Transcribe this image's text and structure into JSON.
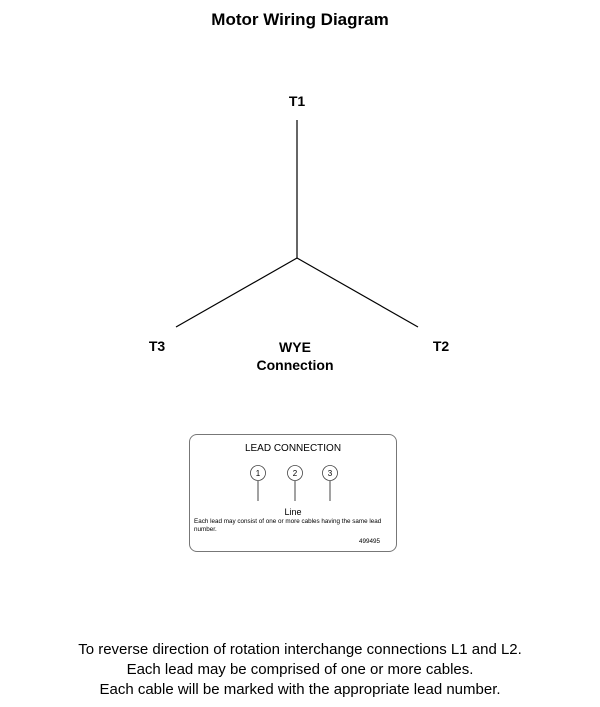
{
  "title": "Motor Wiring Diagram",
  "terminals": {
    "t1": "T1",
    "t2": "T2",
    "t3": "T3"
  },
  "connection": {
    "line1": "WYE",
    "line2": "Connection"
  },
  "lead_label": {
    "title": "LEAD CONNECTION",
    "leads": [
      "1",
      "2",
      "3"
    ],
    "line_label": "Line",
    "note": "Each lead may consist of one or more cables having the same lead number.",
    "code": "499495"
  },
  "footer": {
    "line1": "To reverse direction of rotation interchange connections L1 and L2.",
    "line2": "Each lead may be comprised of one or more cables.",
    "line3": "Each cable will be marked with the appropriate lead number."
  }
}
